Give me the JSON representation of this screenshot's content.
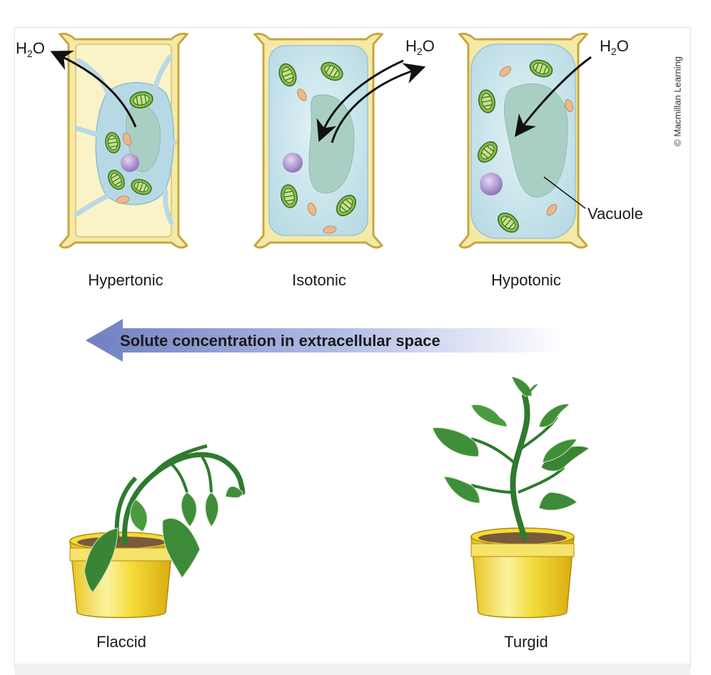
{
  "cells": [
    {
      "label": "Hypertonic",
      "water": "H2O"
    },
    {
      "label": "Isotonic",
      "water": "H2O"
    },
    {
      "label": "Hypotonic",
      "water": "H2O"
    }
  ],
  "callout": "Vacuole",
  "gradient_arrow": "Solute concentration in extracellular space",
  "plants": [
    {
      "label": "Flaccid"
    },
    {
      "label": "Turgid"
    }
  ],
  "credit": "© Macmillan Learning",
  "colors": {
    "cell_wall": "#f5e9a8",
    "cell_wall_outline": "#c8a63e",
    "cytoplasm": "#c9e5ee",
    "vacuole": "#a9cfc4",
    "chloroplast": "#8bbb4a",
    "nucleus": "#a58cc8",
    "arrow_blue": "#6f7fc0",
    "pot": "#f3dc3a",
    "leaf": "#3f8f3a"
  }
}
